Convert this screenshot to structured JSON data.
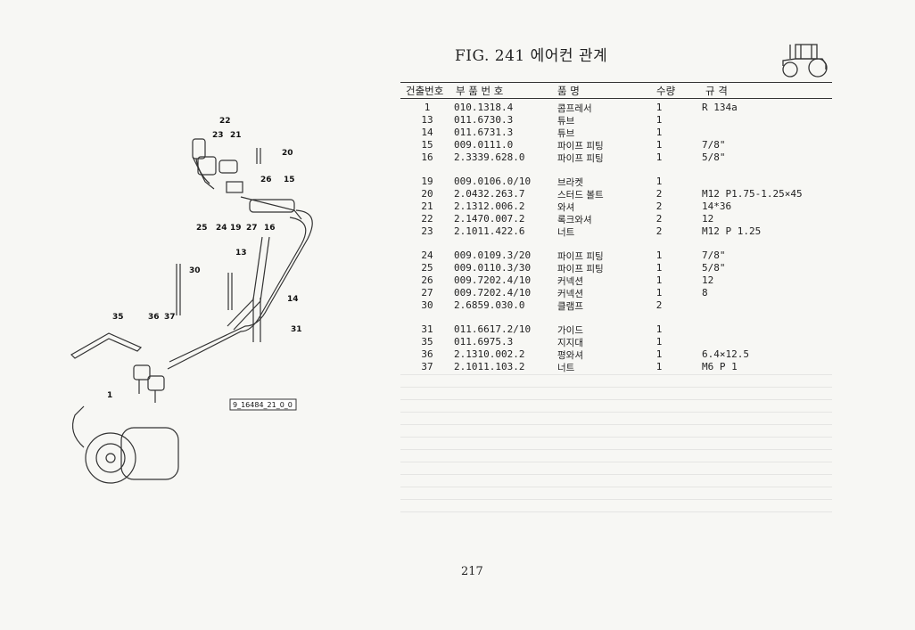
{
  "page": {
    "title": "FIG. 241 에어컨 관계",
    "page_number": "217",
    "diagram_code": "9_16484_21_0_0"
  },
  "table": {
    "headers": {
      "index": "건출번호",
      "part_no": "부 품 번 호",
      "name": "품      명",
      "qty": "수량",
      "spec": "규         격"
    },
    "rows": [
      {
        "idx": "1",
        "part": "010.1318.4",
        "name": "콤프레서",
        "qty": "1",
        "spec": "R 134a"
      },
      {
        "idx": "13",
        "part": "011.6730.3",
        "name": "튜브",
        "qty": "1",
        "spec": ""
      },
      {
        "idx": "14",
        "part": "011.6731.3",
        "name": "튜브",
        "qty": "1",
        "spec": ""
      },
      {
        "idx": "15",
        "part": "009.0111.0",
        "name": "파이프 피팅",
        "qty": "1",
        "spec": "7/8\""
      },
      {
        "idx": "16",
        "part": "2.3339.628.0",
        "name": "파이프 피팅",
        "qty": "1",
        "spec": "5/8\""
      },
      {
        "idx": "19",
        "part": "009.0106.0/10",
        "name": "브라켓",
        "qty": "1",
        "spec": ""
      },
      {
        "idx": "20",
        "part": "2.0432.263.7",
        "name": "스터드 볼트",
        "qty": "2",
        "spec": "M12 P1.75-1.25×45"
      },
      {
        "idx": "21",
        "part": "2.1312.006.2",
        "name": "와셔",
        "qty": "2",
        "spec": "14*36"
      },
      {
        "idx": "22",
        "part": "2.1470.007.2",
        "name": "록크와셔",
        "qty": "2",
        "spec": "12"
      },
      {
        "idx": "23",
        "part": "2.1011.422.6",
        "name": "너트",
        "qty": "2",
        "spec": "M12 P 1.25"
      },
      {
        "idx": "24",
        "part": "009.0109.3/20",
        "name": "파이프 피팅",
        "qty": "1",
        "spec": "7/8\""
      },
      {
        "idx": "25",
        "part": "009.0110.3/30",
        "name": "파이프 피팅",
        "qty": "1",
        "spec": "5/8\""
      },
      {
        "idx": "26",
        "part": "009.7202.4/10",
        "name": "커넥션",
        "qty": "1",
        "spec": "12"
      },
      {
        "idx": "27",
        "part": "009.7202.4/10",
        "name": "커넥션",
        "qty": "1",
        "spec": "8"
      },
      {
        "idx": "30",
        "part": "2.6859.030.0",
        "name": "클램프",
        "qty": "2",
        "spec": ""
      },
      {
        "idx": "31",
        "part": "011.6617.2/10",
        "name": "가이드",
        "qty": "1",
        "spec": ""
      },
      {
        "idx": "35",
        "part": "011.6975.3",
        "name": "지지대",
        "qty": "1",
        "spec": ""
      },
      {
        "idx": "36",
        "part": "2.1310.002.2",
        "name": "평와셔",
        "qty": "1",
        "spec": "6.4×12.5"
      },
      {
        "idx": "37",
        "part": "2.1011.103.2",
        "name": "너트",
        "qty": "1",
        "spec": "M6 P 1"
      }
    ]
  },
  "diagram_labels": [
    "22",
    "23",
    "21",
    "20",
    "26",
    "15",
    "25",
    "24",
    "19",
    "27",
    "16",
    "13",
    "30",
    "14",
    "35",
    "36",
    "37",
    "31",
    "1"
  ]
}
